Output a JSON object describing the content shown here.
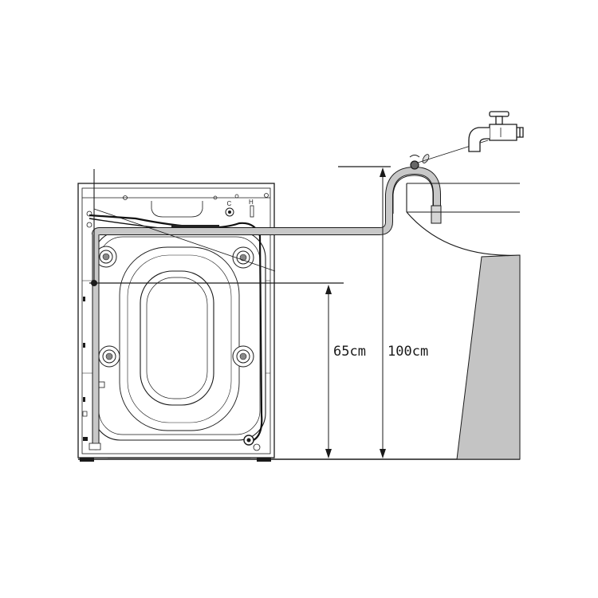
{
  "dimensions": {
    "low_height_label": "65cm",
    "high_height_label": "100cm",
    "low_height_value_cm": 65,
    "high_height_value_cm": 100
  },
  "machine_marks": {
    "cold_inlet": "C",
    "hot_inlet": "H"
  },
  "colors": {
    "line": "#1a1a1a",
    "hose": "#c8c8c8",
    "sink_stand": "#c4c4c4",
    "cable": "#111111"
  },
  "icons": [
    "washing-machine-back-view",
    "drain-hose",
    "water-tap",
    "sink-basin",
    "sink-pedestal",
    "hose-holder-clip"
  ]
}
